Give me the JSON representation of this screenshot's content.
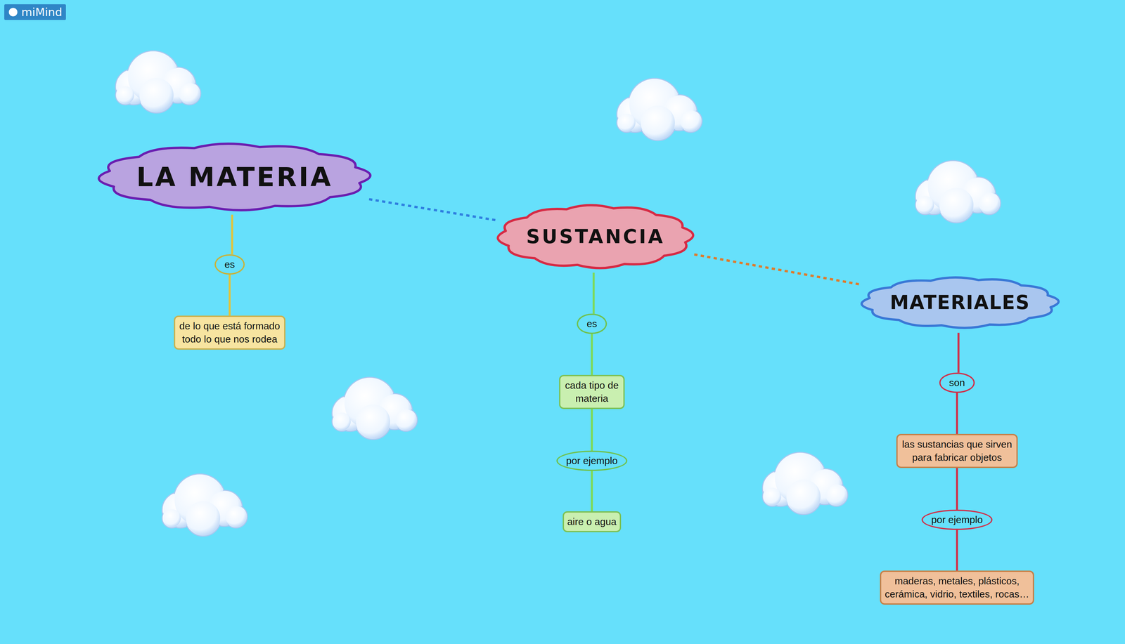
{
  "diagram": {
    "nodes": [
      {
        "text": [
          "LA MATERIA"
        ]
      },
      {
        "text": [
          "es"
        ]
      },
      {
        "text": [
          "de lo que está formado todo lo que nos rodea"
        ]
      },
      {
        "text": [
          "SUSTANCIA"
        ]
      },
      {
        "text": [
          "es"
        ]
      },
      {
        "text": [
          "cada tipo de materia"
        ]
      },
      {
        "text": [
          "por ejemplo"
        ]
      },
      {
        "text": [
          "aire o agua"
        ]
      },
      {
        "text": [
          "MATERIALES"
        ]
      },
      {
        "text": [
          "son"
        ]
      },
      {
        "text": [
          "las sustancias que sirven para fabricar objetos"
        ]
      },
      {
        "text": [
          "por ejemplo"
        ]
      },
      {
        "text": [
          "maderas, metales, plásticos, cerámica, vidrio, textiles, rocas…"
        ]
      }
    ],
    "edges": [
      {
        "from": 0,
        "to": 1,
        "arrow": "none"
      },
      {
        "from": 1,
        "to": 2,
        "arrow": "none"
      },
      {
        "from": 3,
        "to": 4,
        "arrow": "none"
      },
      {
        "from": 4,
        "to": 5,
        "arrow": "none"
      },
      {
        "from": 5,
        "to": 6,
        "arrow": "none"
      },
      {
        "from": 6,
        "to": 7,
        "arrow": "none"
      },
      {
        "from": 8,
        "to": 9,
        "arrow": "none"
      },
      {
        "from": 9,
        "to": 10,
        "arrow": "none"
      },
      {
        "from": 10,
        "to": 11,
        "arrow": "none"
      },
      {
        "from": 11,
        "to": 12,
        "arrow": "none"
      },
      {
        "from": 0,
        "to": 3,
        "arrow": "none"
      },
      {
        "from": 3,
        "to": 8,
        "arrow": "none"
      }
    ],
    "labels": [
      "miMind"
    ]
  }
}
